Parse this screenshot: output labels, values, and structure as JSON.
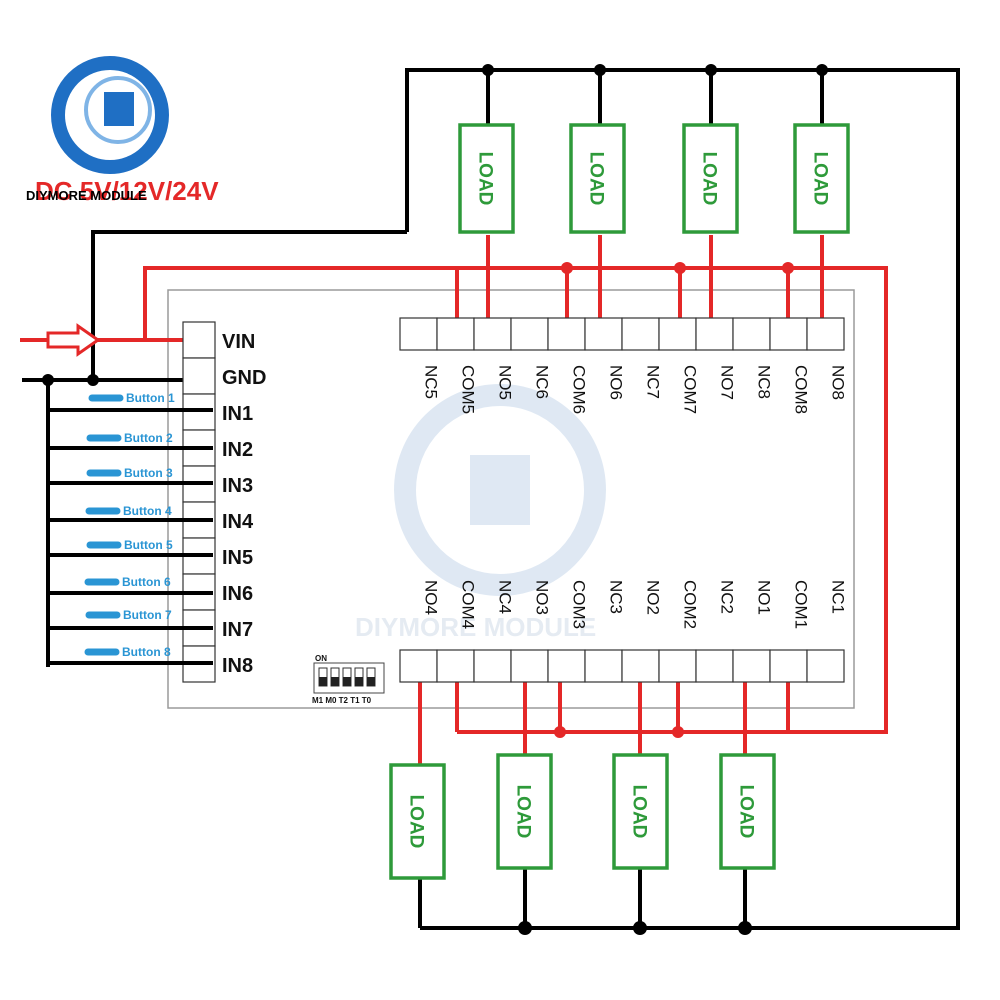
{
  "logo": {
    "brand": "DIYMORE MODULE",
    "voltage": "DC 5V/12V/24V"
  },
  "watermark": "DIYMORE MODULE",
  "input_pins": [
    "VIN",
    "GND",
    "IN1",
    "IN2",
    "IN3",
    "IN4",
    "IN5",
    "IN6",
    "IN7",
    "IN8"
  ],
  "buttons": [
    "Button 1",
    "Button 2",
    "Button 3",
    "Button 4",
    "Button 5",
    "Button 6",
    "Button 7",
    "Button 8"
  ],
  "top_terminals": [
    "NC5",
    "COM5",
    "NO5",
    "NC6",
    "COM6",
    "NO6",
    "NC7",
    "COM7",
    "NO7",
    "NC8",
    "COM8",
    "NO8"
  ],
  "bottom_terminals": [
    "NO4",
    "COM4",
    "NC4",
    "NO3",
    "COM3",
    "NC3",
    "NO2",
    "COM2",
    "NC2",
    "NO1",
    "COM1",
    "NC1"
  ],
  "load_label": "LOAD",
  "dip_switch": {
    "on_label": "ON",
    "labels": "M1 M0 T2 T1 T0"
  },
  "colors": {
    "power_wire": "#e42828",
    "ground_wire": "#000000",
    "load_border": "#2e9a3a",
    "button": "#2a95d4",
    "logo_blue": "#1f6fc4"
  }
}
